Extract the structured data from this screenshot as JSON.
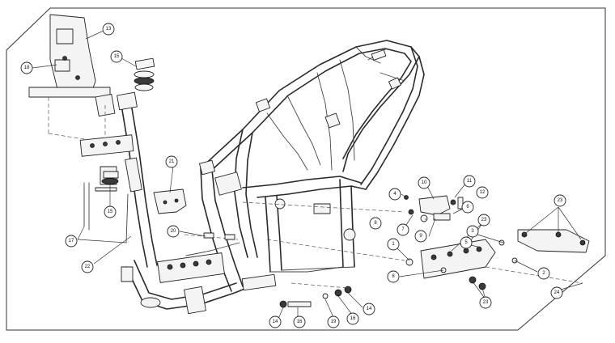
{
  "diagram": {
    "callouts": [
      {
        "id": "c13",
        "label": "13"
      },
      {
        "id": "c18",
        "label": "18"
      },
      {
        "id": "c15a",
        "label": "15"
      },
      {
        "id": "c15b",
        "label": "15"
      },
      {
        "id": "c17",
        "label": "17"
      },
      {
        "id": "c22",
        "label": "22"
      },
      {
        "id": "c21",
        "label": "21"
      },
      {
        "id": "c20",
        "label": "20"
      },
      {
        "id": "c10",
        "label": "10"
      },
      {
        "id": "c11",
        "label": "11"
      },
      {
        "id": "c12",
        "label": "12"
      },
      {
        "id": "c4",
        "label": "4"
      },
      {
        "id": "c8a",
        "label": "8"
      },
      {
        "id": "c7",
        "label": "7"
      },
      {
        "id": "c6",
        "label": "6"
      },
      {
        "id": "c9",
        "label": "9"
      },
      {
        "id": "c23a",
        "label": "23"
      },
      {
        "id": "c23b",
        "label": "23"
      },
      {
        "id": "c3",
        "label": "3"
      },
      {
        "id": "c5",
        "label": "5"
      },
      {
        "id": "c1",
        "label": "1"
      },
      {
        "id": "c8b",
        "label": "8"
      },
      {
        "id": "c2",
        "label": "2"
      },
      {
        "id": "c24",
        "label": "24"
      },
      {
        "id": "c23c",
        "label": "23"
      },
      {
        "id": "c14a",
        "label": "14"
      },
      {
        "id": "c16a",
        "label": "16"
      },
      {
        "id": "c19",
        "label": "19"
      },
      {
        "id": "c16b",
        "label": "16"
      },
      {
        "id": "c14b",
        "label": "14"
      }
    ]
  }
}
